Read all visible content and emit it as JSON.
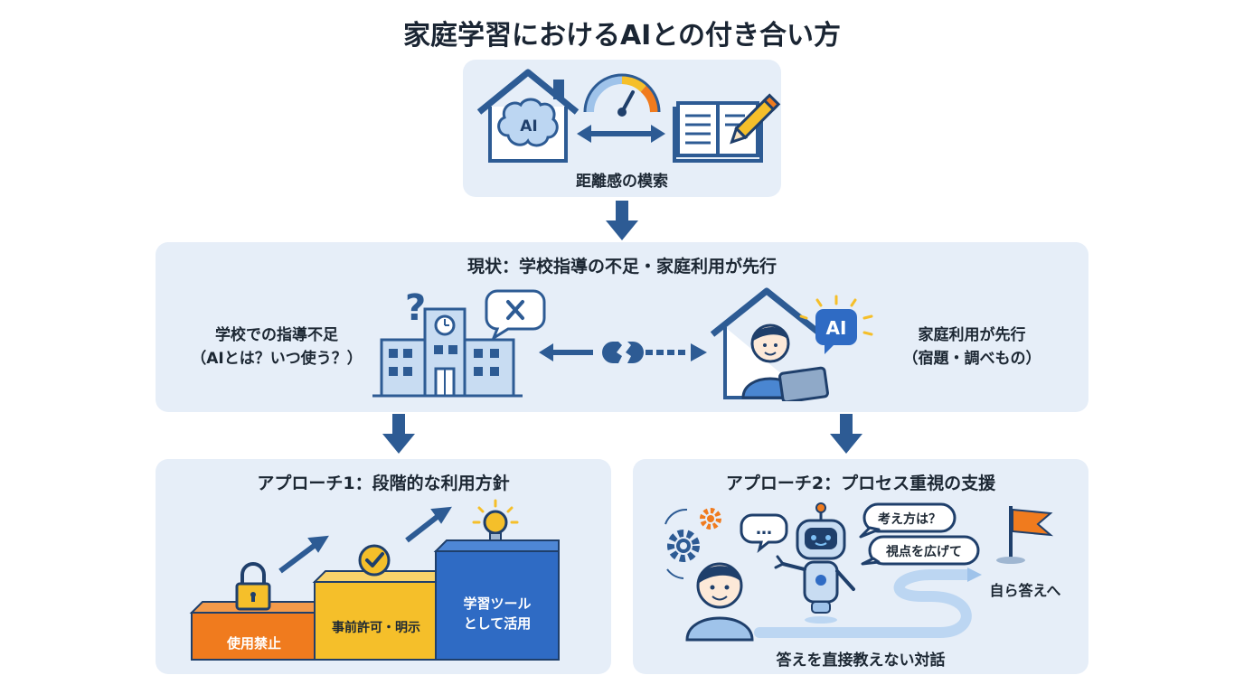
{
  "title": "家庭学習におけるAIとの付き合い方",
  "top": {
    "icon_ai_text": "AI",
    "caption": "距離感の模索"
  },
  "current": {
    "heading": "現状：学校指導の不足・家庭利用が先行",
    "school_label_1": "学校での指導不足",
    "school_label_2": "（AIとは？いつ使う？）",
    "home_label_1": "家庭利用が先行",
    "home_label_2": "（宿題・調べもの）",
    "ai_badge": "AI"
  },
  "approach1": {
    "heading": "アプローチ1：段階的な利用方針",
    "step1": "使用禁止",
    "step2": "事前許可・明示",
    "step3_line1": "学習ツール",
    "step3_line2": "として活用"
  },
  "approach2": {
    "heading": "アプローチ2：プロセス重視の支援",
    "bubble_dots": "…",
    "bubble_1": "考え方は？",
    "bubble_2": "視点を広げて",
    "goal": "自ら答えへ",
    "caption": "答えを直接教えない対話"
  },
  "colors": {
    "panel": "#e6eef8",
    "navy": "#2d5b94",
    "orange": "#f07b1e",
    "yellow": "#f5bf2a",
    "blue": "#2f6bc4"
  }
}
